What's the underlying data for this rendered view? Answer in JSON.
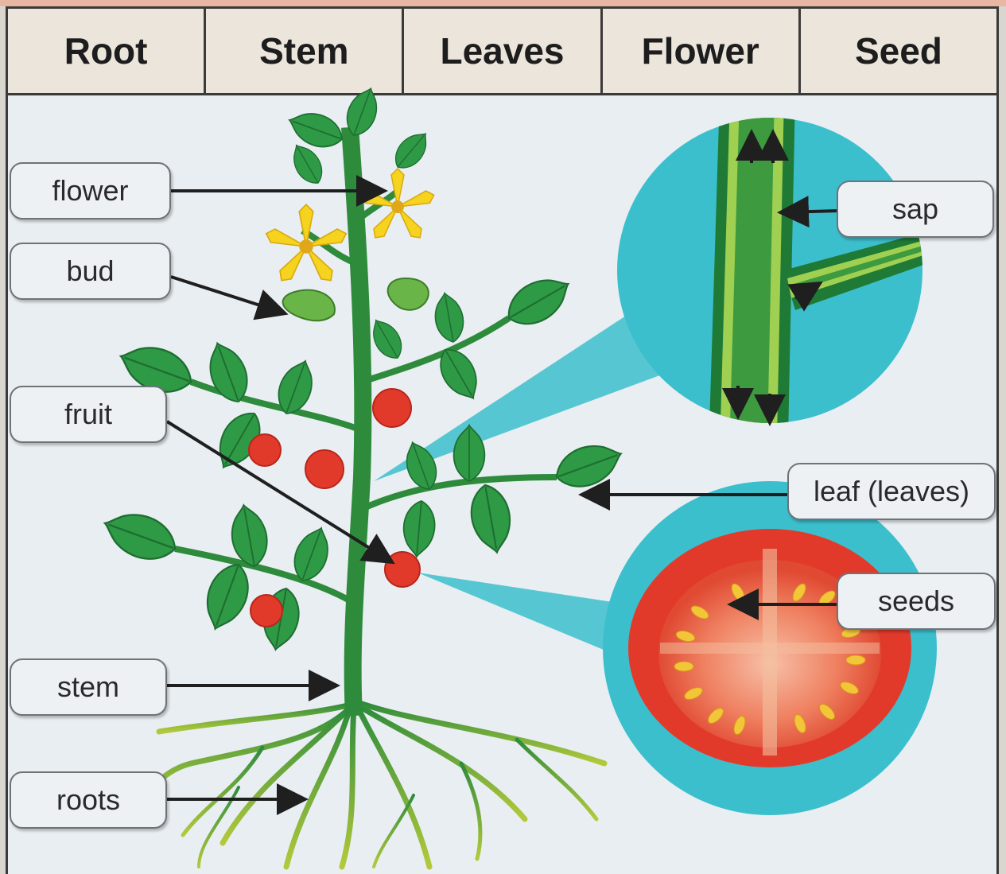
{
  "header": {
    "columns": [
      "Root",
      "Stem",
      "Leaves",
      "Flower",
      "Seed"
    ]
  },
  "labels": {
    "flower": "flower",
    "bud": "bud",
    "fruit": "fruit",
    "stem": "stem",
    "roots": "roots",
    "sap": "sap",
    "leaf": "leaf (leaves)",
    "seeds": "seeds"
  },
  "colors": {
    "leaf": "#2f9a45",
    "leaf_dark": "#1e6e32",
    "stem": "#2e8b3c",
    "flower": "#f5d31f",
    "fruit": "#e23a2a",
    "callout": "#3cbfcd",
    "seed": "#f3c63a"
  }
}
